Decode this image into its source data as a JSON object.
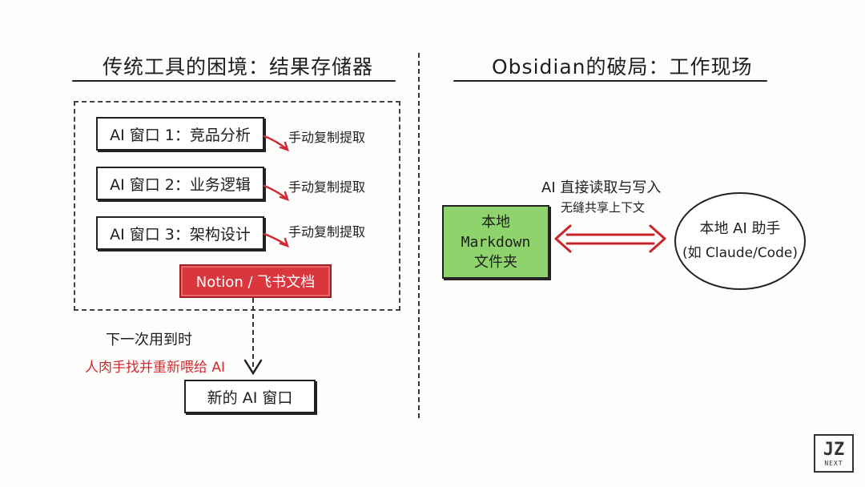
{
  "left": {
    "title": "传统工具的困境：结果存储器",
    "windows": [
      {
        "label": "AI 窗口 1：竞品分析",
        "action": "手动复制提取"
      },
      {
        "label": "AI 窗口 2：业务逻辑",
        "action": "手动复制提取"
      },
      {
        "label": "AI 窗口 3：架构设计",
        "action": "手动复制提取"
      }
    ],
    "storage": "Notion / 飞书文档",
    "next_time": "下一次用到时",
    "manual_note": "人肉手找并重新喂给 AI",
    "new_window": "新的 AI 窗口"
  },
  "right": {
    "title": "Obsidian的破局：工作现场",
    "folder": [
      "本地",
      "Markdown",
      "文件夹"
    ],
    "arrow_label_1": "AI 直接读取与写入",
    "arrow_label_2": "无缝共享上下文",
    "assistant": [
      "本地 AI 助手",
      "(如 Claude/Code)"
    ]
  },
  "logo": {
    "mark": "JZ",
    "sub": "NEXT"
  },
  "colors": {
    "red": "#d9373d",
    "green": "#8fd36d",
    "ink": "#1e1e1e"
  }
}
